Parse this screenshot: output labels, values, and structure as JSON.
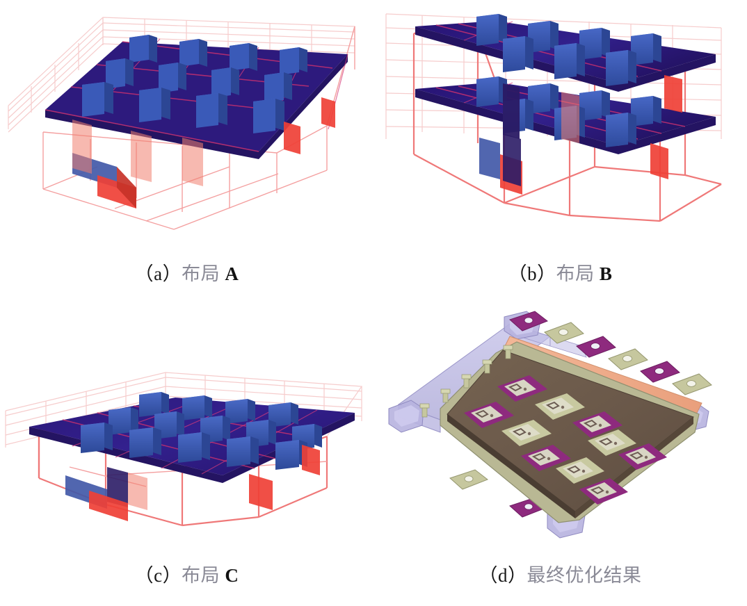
{
  "figure": {
    "background_color": "#ffffff",
    "caption_cn_color": "#8a8a96",
    "caption_latin_color": "#121212",
    "panels": [
      {
        "id": "a",
        "caption_tag": "（a）",
        "caption_cn": "布局",
        "caption_latin": "A",
        "caption_full": "（a）布局 A",
        "figure_name": "3d-thermal-layout-a",
        "description": "single-layer slab with 4x3 grid of blue fin blocks inside a red wireframe enclosure"
      },
      {
        "id": "b",
        "caption_tag": "（b）",
        "caption_cn": "布局",
        "caption_latin": "B",
        "caption_full": "（b）布局 B",
        "figure_name": "3d-thermal-layout-b",
        "description": "two stacked slab layers with blue blocks inside a red wireframe enclosure"
      },
      {
        "id": "c",
        "caption_tag": "（c）",
        "caption_cn": "布局",
        "caption_latin": "C",
        "caption_full": "（c）布局 C",
        "figure_name": "3d-thermal-layout-c",
        "description": "flat single-layer slab with dense grid of blue blocks inside a red wireframe enclosure"
      },
      {
        "id": "d",
        "caption_tag": "（d）",
        "caption_cn": "最终优化结果",
        "caption_latin": "",
        "caption_full": "（d）最终优化结果",
        "figure_name": "3d-power-module-render",
        "description": "CAD render of an IGBT power module: brown baseplate, purple and olive die pads, salmon busbar, translucent lavender housing, metal terminal lugs"
      }
    ],
    "colors": {
      "wireframe_red": "#f4a0a0",
      "post_red": "#ef7878",
      "slab_purple": "#2d1a7d",
      "grid_magenta": "#c5306f",
      "fin_blue": "#3a5ab8",
      "plate_red": "#ef4036",
      "module_baseplate": "#6b5a4a",
      "module_pad_purple": "#8e2a7e",
      "module_pad_olive": "#c8c9a0",
      "module_busbar": "#f0ab8a",
      "module_housing": "#b9b6e0",
      "module_terminal_olive": "#c6c79e"
    }
  }
}
